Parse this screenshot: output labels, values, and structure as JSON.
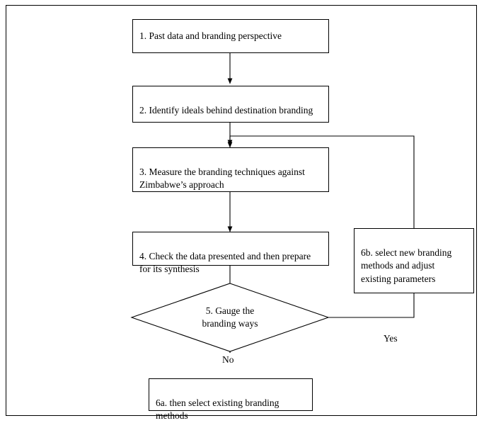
{
  "diagram": {
    "title": "Research process flowchart",
    "nodes": [
      {
        "id": "step1",
        "label": "1. Past data and branding perspective"
      },
      {
        "id": "step2",
        "label": "2. Identify ideals behind destination branding"
      },
      {
        "id": "step3",
        "label": "3. Measure the branding techniques against Zimbabwe’s approach"
      },
      {
        "id": "step4",
        "label": "4. Check the data presented and then prepare for its synthesis"
      },
      {
        "id": "step5",
        "label": "5. Gauge the\nbranding ways"
      },
      {
        "id": "step6a",
        "label": "6a. then select existing branding methods"
      },
      {
        "id": "step6b",
        "label": "6b. select new branding methods and adjust existing parameters"
      }
    ],
    "edge_labels": {
      "yes": "Yes",
      "no": "No"
    },
    "colors": {
      "stroke": "#000000",
      "fill": "#ffffff",
      "text": "#000000"
    }
  }
}
